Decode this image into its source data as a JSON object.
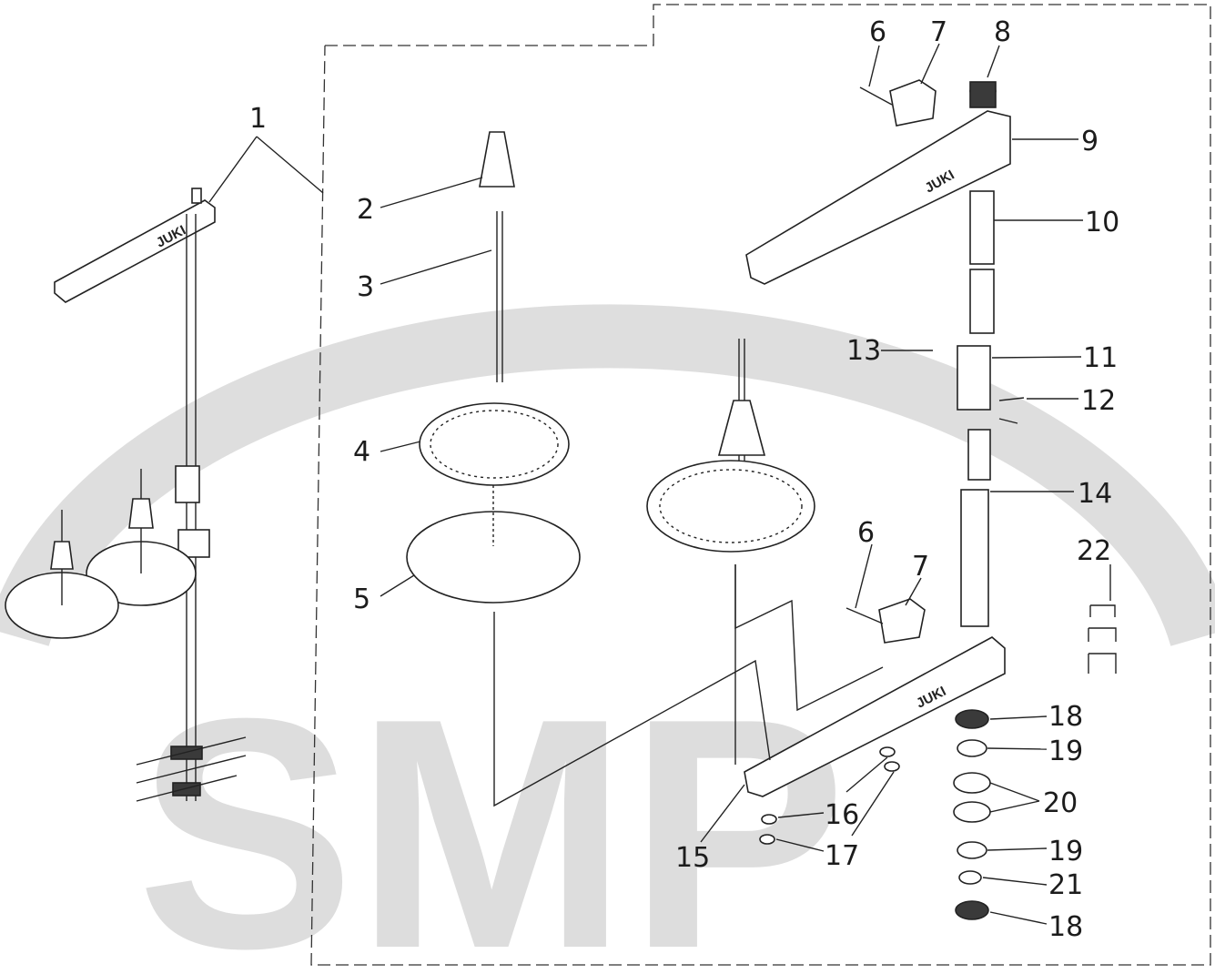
{
  "diagram": {
    "brand_mark": "JUKI",
    "part_labels": [
      "1",
      "2",
      "3",
      "4",
      "5",
      "6",
      "7",
      "8",
      "9",
      "10",
      "11",
      "12",
      "13",
      "14",
      "15",
      "16",
      "17",
      "18",
      "19",
      "20",
      "21",
      "22"
    ],
    "second_part_labels": [
      "6",
      "7",
      "18",
      "19"
    ],
    "watermark": "SMP"
  }
}
